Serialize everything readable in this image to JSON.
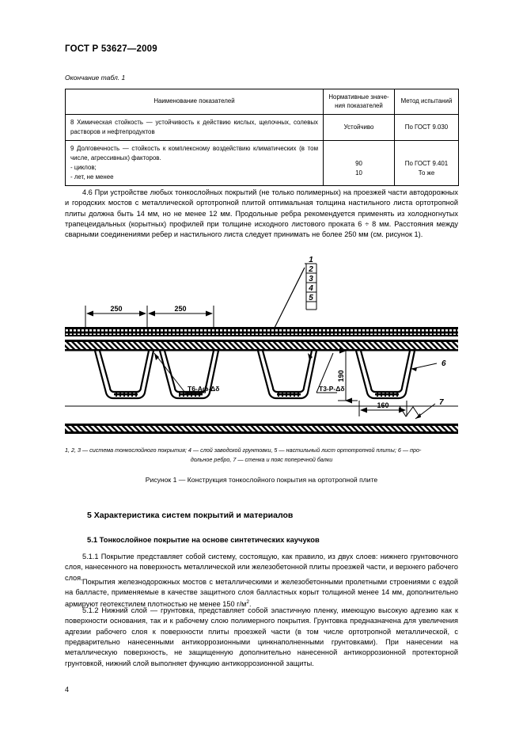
{
  "document": {
    "standard_id": "ГОСТ Р 53627—2009",
    "table_continuation": "Окончание табл. 1",
    "page_number": "4"
  },
  "table": {
    "headers": {
      "name": "Наименование показателей",
      "value": "Нормативные значе-ния показателей",
      "value_line1": "Нормативные значе-",
      "value_line2": "ния показателей",
      "method": "Метод испытаний"
    },
    "rows": [
      {
        "name": "8  Химическая стойкость — устойчивость к действию кислых, щелоч-ных, солевых растворов и нефтепродуктов",
        "name_text": "8  Химическая стойкость — устойчивость к действию кислых, щелочных, солевых растворов и нефтепродуктов",
        "value": "Устойчиво",
        "method": "По ГОСТ 9.030"
      },
      {
        "name_text": "9  Долговечность — стойкость к комплексному воздействию климатических (в том числе, агрессивных) факторов.",
        "sub_items": [
          "- циклов;",
          "- лет, не менее"
        ],
        "sub_values": [
          "90",
          "10"
        ],
        "method_line1": "По ГОСТ 9.401",
        "method_line2": "То же"
      }
    ]
  },
  "body": {
    "p46": "4.6  При устройстве любых тонкослойных покрытий (не только полимерных) на проезжей части автодорожных и городских мостов с металлической ортотропной плитой оптимальная толщина настильного листа ортотропной плиты должна быть 14 мм, но не менее 12 мм. Продольные ребра рекомендуется применять из холодногнутых трапецеидальных (корытных) профилей при толщине исходного листового проката 6 ÷ 8 мм. Расстояния между сварными соединениями ребер и настильного листа следует принимать не более 250 мм (см. рисунок 1).",
    "h5": "5  Характеристика систем покрытий и материалов",
    "h51": "5.1  Тонкослойное покрытие на основе синтетических каучуков",
    "p511": "5.1.1  Покрытие представляет собой систему, состоящую, как правило, из двух слоев: нижнего грунтовочного слоя, нанесенного на поверхность металлической или железобетонной плиты проезжей части, и верхнего рабочего слоя.",
    "p5112": "Покрытия железнодорожных мостов с металлическими и железобетонными пролетными строениями с ездой на балласте, применяемые в качестве защитного слоя балластных корыт толщиной менее 14 мм, дополнительно армируют геотекстилем плотностью не менее 150 г/м2.",
    "p5112_pre": "Покрытия железнодорожных мостов с металлическими и железобетонными пролетными строениями с ездой на балласте, применяемые в качестве защитного слоя балластных корыт толщиной менее 14 мм, дополнительно армируют геотекстилем плотностью не менее 150 г/м",
    "p5112_sup": "2",
    "p5112_post": ".",
    "p512": "5.1.2  Нижний слой — грунтовка, представляет собой эластичную пленку, имеющую высокую адгезию как к поверхности основания, так и к рабочему слою полимерного покрытия. Грунтовка предназначена для увеличения адгезии рабочего слоя к поверхности плиты проезжей части (в том числе ортотропной металлической, с предварительно нанесенными антикоррозионными цинкнаполненными грунтовками). При нанесении на металлическую поверхность, не защищенную дополнительно нанесенной антикоррозионной протекторной грунтовкой, нижний слой выполняет функцию антикоррозионной защиты."
  },
  "figure": {
    "dimensions": {
      "span_left": "250",
      "span_right": "250",
      "rib_height": "190",
      "rib_width": "160"
    },
    "weld_labels": [
      "Т6-Аф-Δδ",
      "Т3-Р-Δδ"
    ],
    "leader_numbers": [
      "1",
      "2",
      "3",
      "4",
      "5"
    ],
    "right_callouts": [
      "6",
      "7"
    ],
    "caption_line1": "1, 2, 3 — система тонкослойного покрытия; 4 — слой заводской грунтовки, 5 — настильный лист ортотропной плиты; 6 — про-",
    "caption_line2": "дольное ребро, 7 — стенка и пояс поперечной балки",
    "title": "Рисунок 1 — Конструкция тонкослойного покрытия на ортотропной плите"
  }
}
